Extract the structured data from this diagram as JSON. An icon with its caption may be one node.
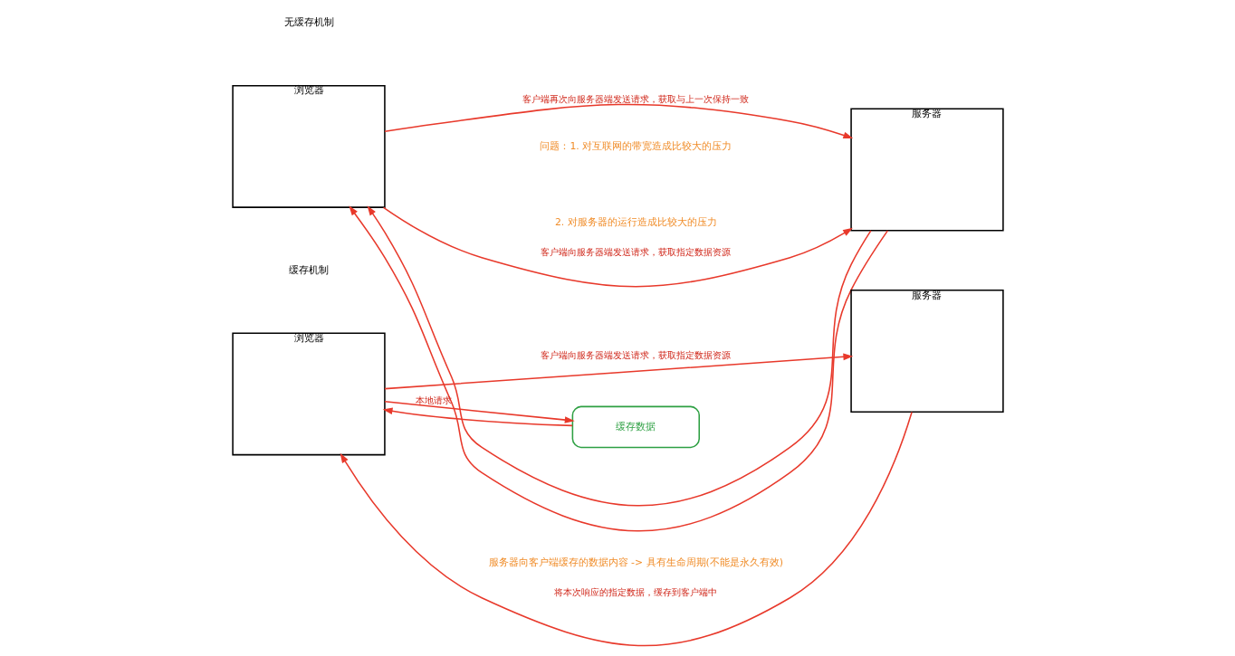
{
  "diagram": {
    "nodes": [
      {
        "text": [
          "浏览器"
        ]
      },
      {
        "text": [
          "服务器"
        ]
      },
      {
        "text": [
          "浏览器"
        ]
      },
      {
        "text": [
          "服务器"
        ]
      },
      {
        "text": [
          "缓存数据"
        ]
      }
    ],
    "edges": [
      {
        "from": 0,
        "to": 1,
        "arrow": "to",
        "label": "客户端向服务器端发送请求，获取指定数据资源"
      },
      {
        "from": 1,
        "to": 0,
        "arrow": "to"
      },
      {
        "from": 0,
        "to": 1,
        "arrow": "to",
        "label": "客户端再次向服务器端发送请求，获取与上一次保持一致"
      },
      {
        "from": 1,
        "to": 0,
        "arrow": "to"
      },
      {
        "from": 2,
        "to": 3,
        "arrow": "to",
        "label": "客户端向服务器端发送请求，获取指定数据资源"
      },
      {
        "from": 3,
        "to": 2,
        "arrow": "to",
        "label": "将本次响应的指定数据，缓存到客户端中"
      },
      {
        "from": 2,
        "to": 4,
        "arrow": "to",
        "label": "本地请求"
      },
      {
        "from": 4,
        "to": 2,
        "arrow": "to"
      }
    ],
    "labels": [
      "无缓存机制",
      "问题：1. 对互联网的带宽造成比较大的压力",
      "2. 对服务器的运行造成比较大的压力",
      "缓存机制",
      "服务器向客户端缓存的数据内容 -> 具有生命周期(不能是永久有效)"
    ]
  }
}
